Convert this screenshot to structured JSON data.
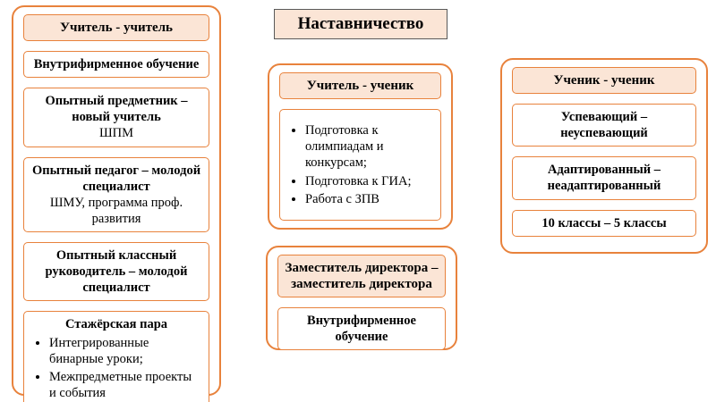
{
  "title": "Наставничество",
  "colors": {
    "accent_border": "#E8823C",
    "header_fill": "#FBE5D6",
    "title_border": "#595959",
    "text": "#000000",
    "background": "#FFFFFF"
  },
  "teacher_teacher": {
    "header": "Учитель - учитель",
    "box1": "Внутрифирменное обучение",
    "box2_bold": "Опытный предметник – новый учитель",
    "box2_sub": "ШПМ",
    "box3_bold": "Опытный педагог – молодой специалист",
    "box3_sub": "ШМУ, программа проф. развития",
    "box4": "Опытный классный руководитель – молодой специалист",
    "box5_title": "Стажёрская пара",
    "box5_bullets": [
      "Интегрированные бинарные уроки;",
      "Межпредметные проекты и события"
    ]
  },
  "teacher_student": {
    "header": "Учитель - ученик",
    "bullets": [
      "Подготовка к олимпиадам и конкурсам;",
      "Подготовка к ГИА;",
      "Работа с ЗПВ"
    ]
  },
  "deputy_deputy": {
    "header": "Заместитель директора – заместитель директора",
    "box1": "Внутрифирменное обучение"
  },
  "student_student": {
    "header": "Ученик - ученик",
    "box1": "Успевающий – неуспевающий",
    "box2": "Адаптированный – неадаптированный",
    "box3": "10 классы – 5 классы"
  }
}
